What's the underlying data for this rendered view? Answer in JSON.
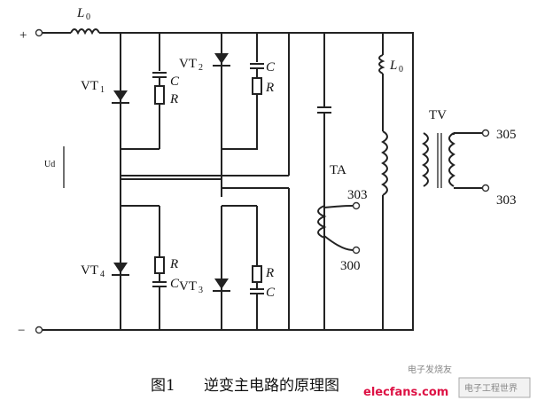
{
  "terminals": {
    "plus": "+",
    "minus": "−"
  },
  "input_inductor": {
    "name": "L",
    "sub": "0"
  },
  "dc_label": "Ud",
  "thyristors": [
    {
      "name": "VT",
      "sub": "1"
    },
    {
      "name": "VT",
      "sub": "2"
    },
    {
      "name": "VT",
      "sub": "3"
    },
    {
      "name": "VT",
      "sub": "4"
    }
  ],
  "snubber": {
    "cap": "C",
    "res": "R"
  },
  "output_inductor": {
    "name": "L",
    "sub": "0"
  },
  "current_transformer": {
    "name": "TA",
    "terminals": [
      "303",
      "300"
    ]
  },
  "voltage_transformer": {
    "name": "TV",
    "terminals": [
      "305",
      "303"
    ]
  },
  "caption": {
    "figure": "图1",
    "text": "逆变主电路的原理图"
  },
  "watermark": {
    "site": "elecfans.com",
    "cn": "电子发烧友",
    "corner": "电子工程世界"
  }
}
